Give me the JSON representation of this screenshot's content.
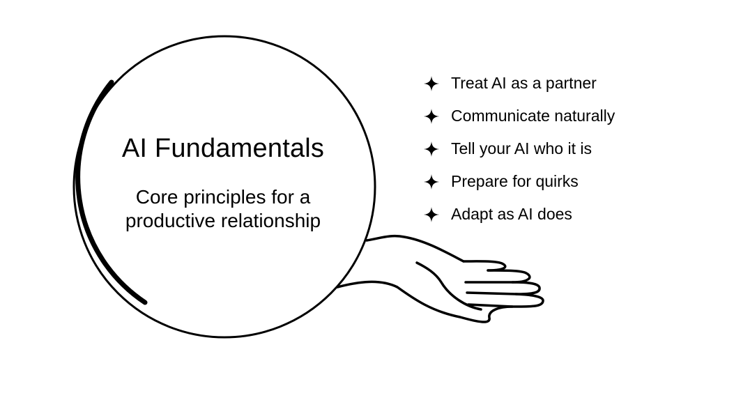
{
  "main_title": "AI Fundamentals",
  "subtitle_lines": [
    "Core principles for a",
    "productive relationship"
  ],
  "principles": [
    "Treat AI as a partner",
    "Communicate naturally",
    "Tell your AI who it is",
    "Prepare for quirks",
    "Adapt as AI does"
  ],
  "icons": {
    "bullet": "sparkle-icon",
    "illustration": "open-hand-icon"
  },
  "colors": {
    "ink": "#000000",
    "background": "#ffffff"
  }
}
